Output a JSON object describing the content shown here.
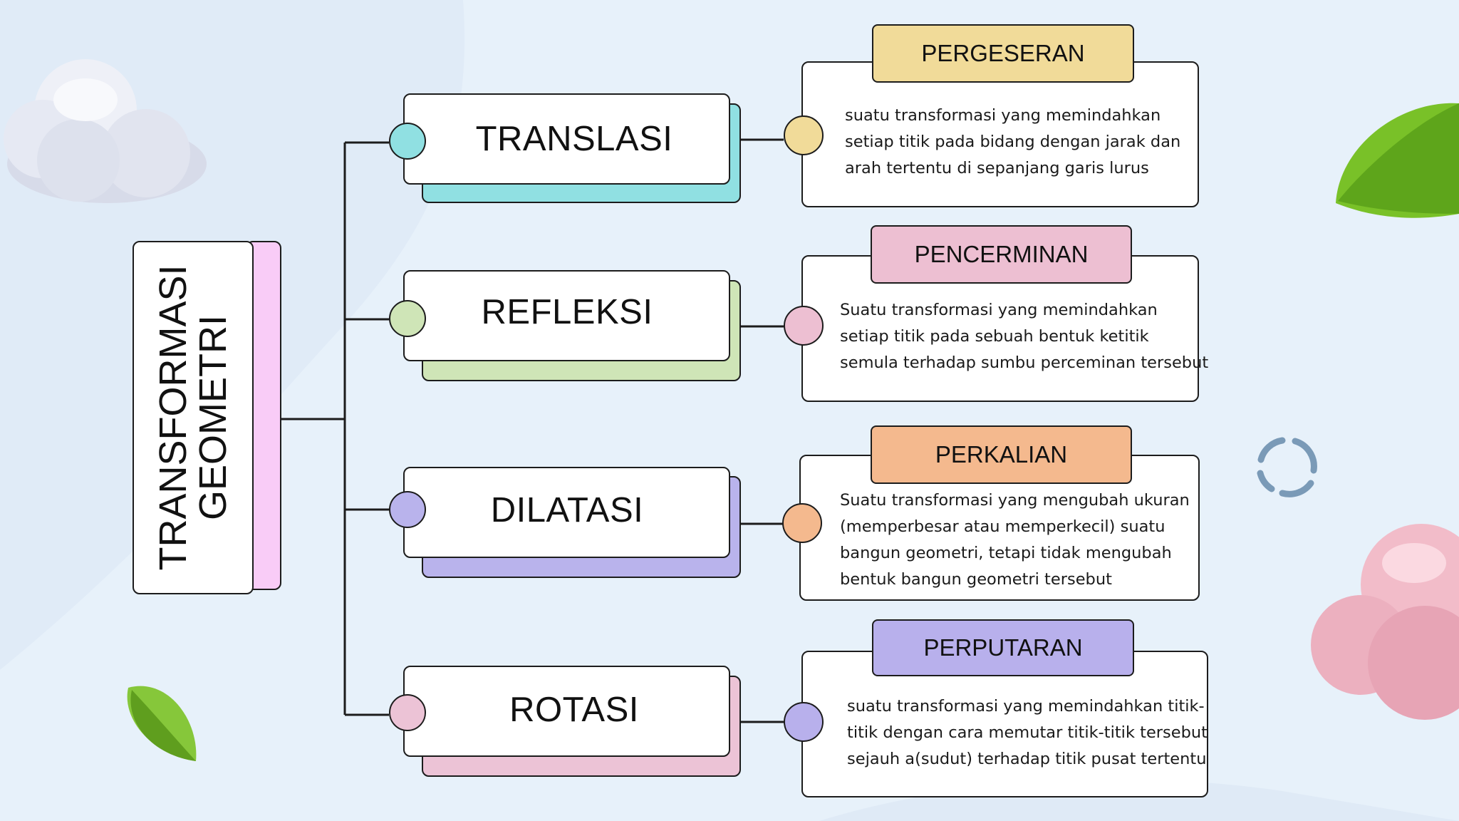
{
  "root": {
    "line1": "TRANSFORMASI",
    "line2": "GEOMETRI"
  },
  "branches": [
    {
      "label": "TRANSLASI",
      "title": "PERGESERAN",
      "lines": [
        "suatu transformasi yang memindahkan",
        "setiap titik pada bidang dengan jarak dan",
        "arah tertentu di sepanjang garis lurus"
      ]
    },
    {
      "label": "REFLEKSI",
      "title": "PENCERMINAN",
      "lines": [
        "Suatu transformasi yang memindahkan",
        "setiap titik pada sebuah bentuk ketitik",
        "semula terhadap sumbu perceminan tersebut"
      ]
    },
    {
      "label": "DILATASI",
      "title": "PERKALIAN",
      "lines": [
        "Suatu transformasi yang mengubah ukuran",
        "(memperbesar atau memperkecil) suatu",
        "bangun geometri, tetapi tidak mengubah",
        "bentuk bangun geometri tersebut"
      ]
    },
    {
      "label": "ROTASI",
      "title": "PERPUTARAN",
      "lines": [
        "suatu transformasi yang memindahkan titik-",
        "titik dengan cara memutar titik-titik tersebut",
        "sejauh a(sudut) terhadap titik pusat tertentu"
      ]
    }
  ],
  "colors": {
    "background": "#e7f1fa",
    "translasi": "#90e0e2",
    "refleksi": "#cfe5b7",
    "dilatasi": "#b9b3ec",
    "rotasi": "#ecc3d6",
    "pergeseran": "#f1db99",
    "pencerminan": "#edbfd2",
    "perkalian": "#f4b98e",
    "perputaran": "#b8b0ec",
    "root_accent": "#f9ccf7"
  },
  "decorations": [
    "cloud-icon",
    "leaf-icon",
    "loading-ring-icon"
  ]
}
